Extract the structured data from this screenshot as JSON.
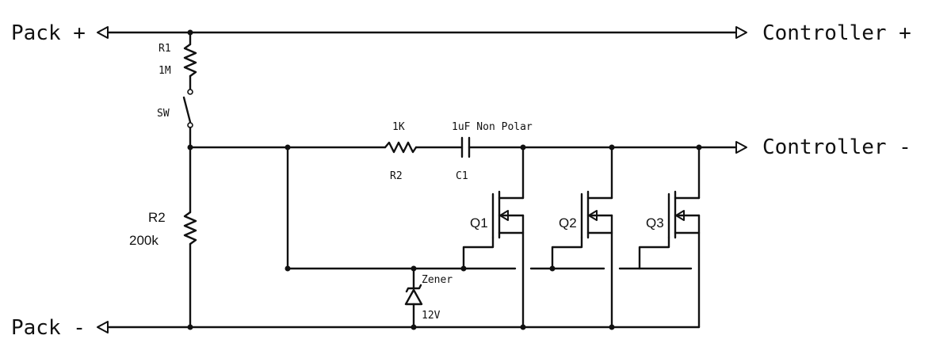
{
  "terminals": {
    "pack_pos": "Pack +",
    "pack_neg": "Pack -",
    "ctrl_pos": "Controller +",
    "ctrl_neg": "Controller -"
  },
  "components": {
    "r1_ref": "R1",
    "r1_val": "1M",
    "sw_ref": "SW",
    "r_series_val": "1K",
    "r_series_ref": "R2",
    "c1_val": "1uF Non Polar",
    "c1_ref": "C1",
    "r2_ref": "R2",
    "r2_val": "200k",
    "zener_ref": "Zener",
    "zener_val": "12V",
    "q1": "Q1",
    "q2": "Q2",
    "q3": "Q3"
  }
}
